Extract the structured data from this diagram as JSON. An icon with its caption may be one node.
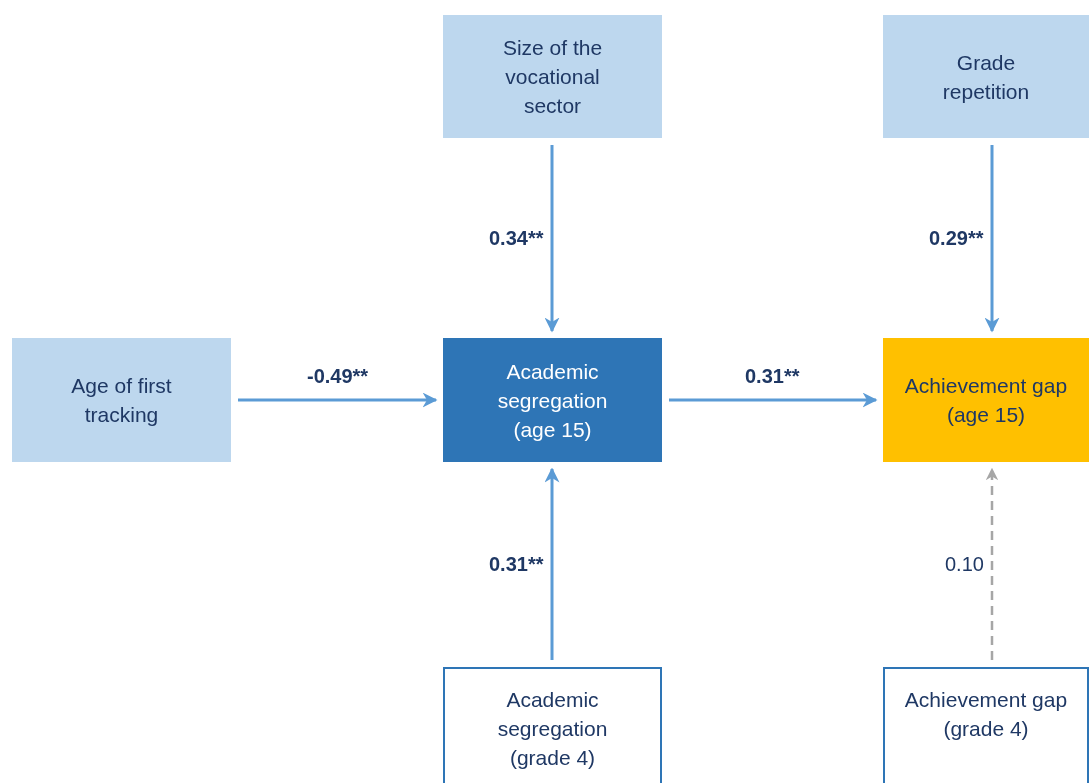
{
  "diagram": {
    "nodes": [
      {
        "text": [
          "Size of the vocational sector"
        ]
      },
      {
        "text": [
          "Grade repetition"
        ]
      },
      {
        "text": [
          "Age of first tracking"
        ]
      },
      {
        "text": [
          "Academic segregation (age 15)"
        ]
      },
      {
        "text": [
          "Achievement gap (age 15)"
        ]
      },
      {
        "text": [
          "Academic segregation (grade 4)"
        ]
      },
      {
        "text": [
          "Achievement gap (grade 4)"
        ]
      }
    ],
    "edges": [
      {
        "from": 0,
        "to": 3,
        "arrow": "to",
        "label": "0.34**"
      },
      {
        "from": 1,
        "to": 4,
        "arrow": "to",
        "label": "0.29**"
      },
      {
        "from": 2,
        "to": 3,
        "arrow": "to",
        "label": "-0.49**"
      },
      {
        "from": 3,
        "to": 4,
        "arrow": "to",
        "label": "0.31**"
      },
      {
        "from": 5,
        "to": 3,
        "arrow": "to",
        "label": "0.31**"
      },
      {
        "from": 6,
        "to": 4,
        "arrow": "to",
        "label": "0.10",
        "style": "dashed",
        "color": "#a6a6a6"
      }
    ]
  }
}
